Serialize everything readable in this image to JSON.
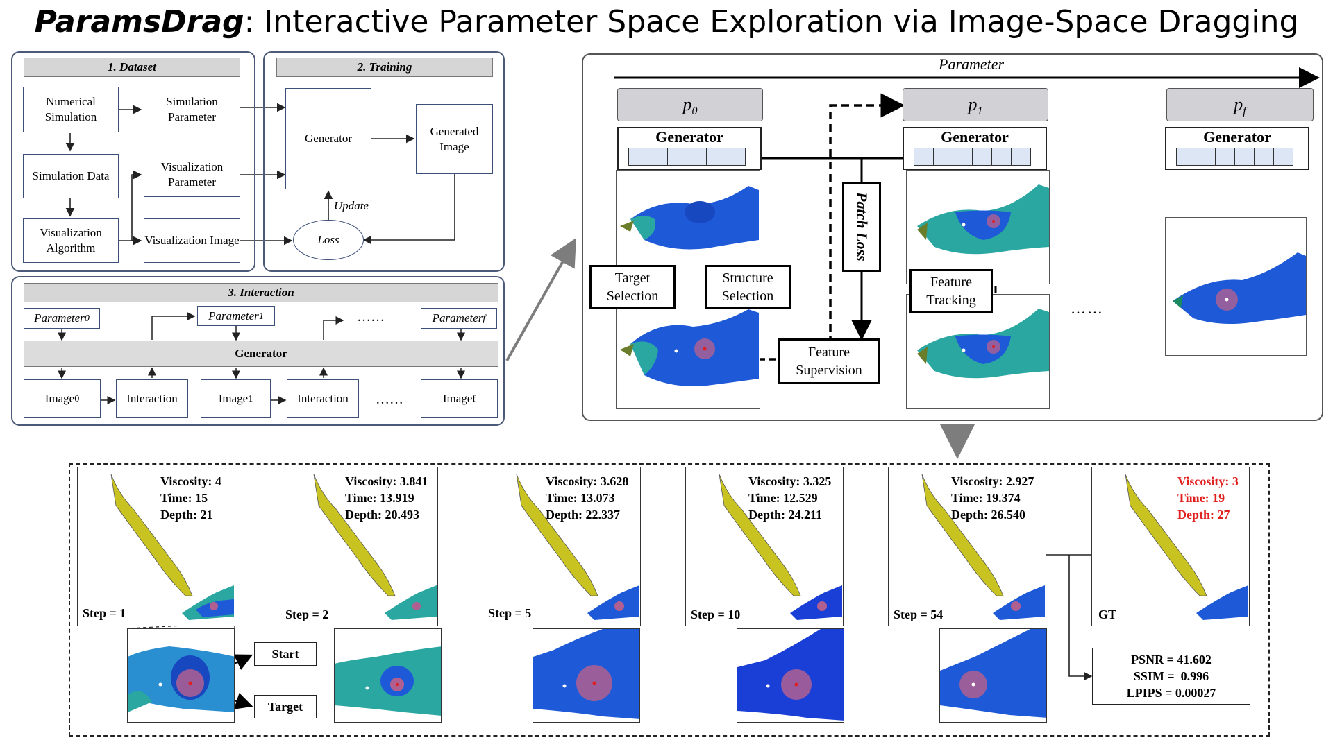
{
  "title": {
    "bold_part": "ParamsDrag",
    "rest": ": Interactive Parameter Space Exploration via Image-Space Dragging"
  },
  "colors": {
    "panel_border": "#4a5a78",
    "header_fill": "#d6d6d6",
    "gt_text": "#e0201e",
    "map_yellow": "#c8c320",
    "map_blue": "#1e5ad8",
    "map_teal": "#2aa7a0"
  },
  "dataset": {
    "header": "1. Dataset",
    "numerical_simulation": "Numerical Simulation",
    "simulation_parameter": "Simulation Parameter",
    "simulation_data": "Simulation Data",
    "visualization_parameter": "Visualization Parameter",
    "visualization_algorithm": "Visualization Algorithm",
    "visualization_image": "Visualization Image"
  },
  "training": {
    "header": "2. Training",
    "generator": "Generator",
    "generated_image": "Generated Image",
    "loss": "Loss",
    "update": "Update"
  },
  "interaction": {
    "header": "3. Interaction",
    "param0": "Parameter",
    "param0_sub": "0",
    "param1": "Parameter",
    "param1_sub": "1",
    "paramf": "Parameter",
    "paramf_sub": "f",
    "generator": "Generator",
    "image0": "Image",
    "image0_sub": "0",
    "interaction1": "Interaction",
    "image1": "Image",
    "image1_sub": "1",
    "interaction2": "Interaction",
    "imagef": "Image",
    "imagef_sub": "f",
    "ellipsis": "……"
  },
  "detail": {
    "parameter_axis": "Parameter",
    "p0": "p",
    "p0_sub": "0",
    "p1": "p",
    "p1_sub": "1",
    "pf": "p",
    "pf_sub": "f",
    "generator": "Generator",
    "patch_loss": "Patch Loss",
    "target_selection": "Target Selection",
    "structure_selection": "Structure Selection",
    "feature_tracking": "Feature Tracking",
    "feature_supervision": "Feature Supervision",
    "ellipsis": "……"
  },
  "steps": [
    {
      "viscosity": "Viscosity: 4",
      "time": "Time: 15",
      "depth": "Depth: 21",
      "step": "Step = 1"
    },
    {
      "viscosity": "Viscosity: 3.841",
      "time": "Time: 13.919",
      "depth": "Depth: 20.493",
      "step": "Step = 2"
    },
    {
      "viscosity": "Viscosity: 3.628",
      "time": "Time: 13.073",
      "depth": "Depth: 22.337",
      "step": "Step = 5"
    },
    {
      "viscosity": "Viscosity: 3.325",
      "time": "Time: 12.529",
      "depth": "Depth: 24.211",
      "step": "Step = 10"
    },
    {
      "viscosity": "Viscosity: 2.927",
      "time": "Time: 19.374",
      "depth": "Depth: 26.540",
      "step": "Step = 54"
    },
    {
      "viscosity": "Viscosity: 3",
      "time": "Time: 19",
      "depth": "Depth: 27",
      "step": "GT"
    }
  ],
  "drag_labels": {
    "start": "Start",
    "target": "Target"
  },
  "metrics": {
    "psnr": "PSNR = 41.602",
    "ssim": "SSIM =  0.996",
    "lpips": "LPIPS = 0.00027"
  }
}
